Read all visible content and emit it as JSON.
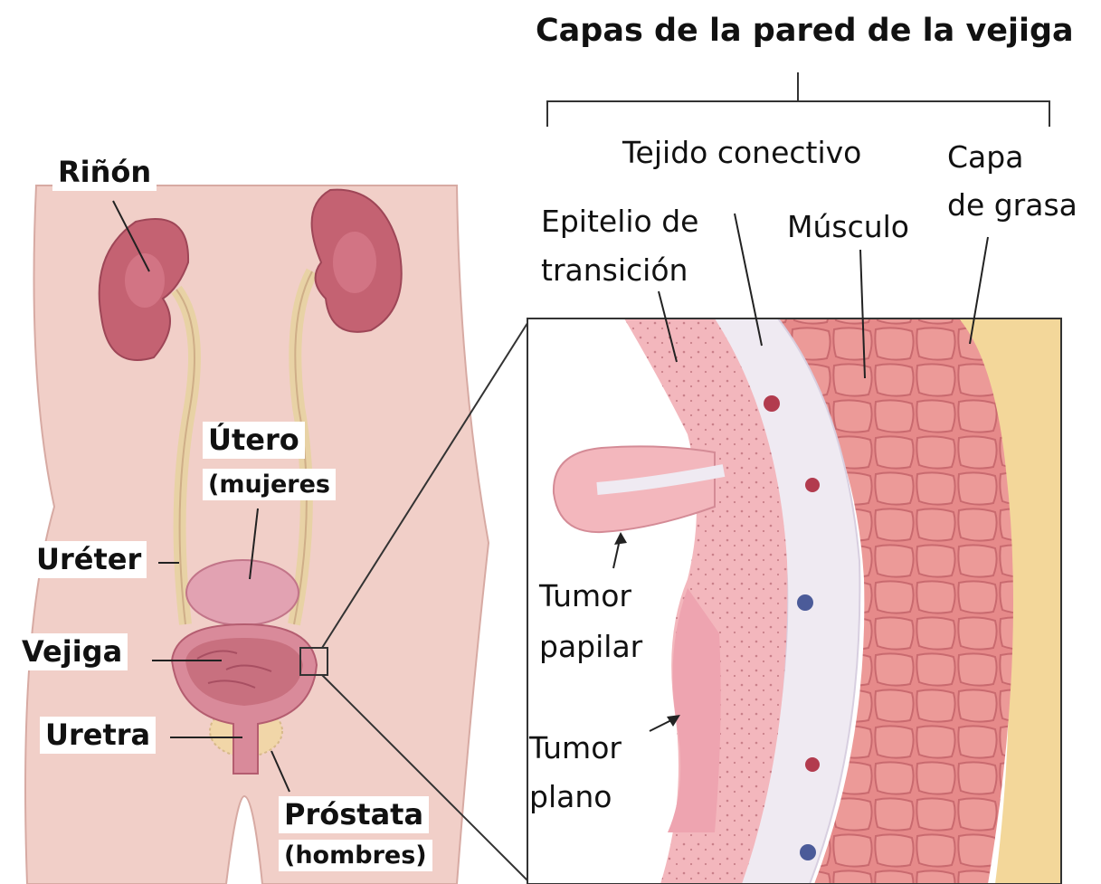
{
  "title": "Capas de la pared de la vejiga",
  "body_labels": {
    "kidney": "Riñón",
    "uterus": "Útero",
    "uterus_note": "(mujeres",
    "ureter": "Uréter",
    "bladder": "Vejiga",
    "urethra": "Uretra",
    "prostate": "Próstata",
    "prostate_note": "(hombres)"
  },
  "layer_labels": {
    "connective": "Tejido conectivo",
    "fat_line1": "Capa",
    "fat_line2": "de grasa",
    "epithelium_line1": "Epitelio de",
    "epithelium_line2": "transición",
    "muscle": "Músculo",
    "papillary_line1": "Tumor",
    "papillary_line2": "papilar",
    "flat_line1": "Tumor",
    "flat_line2": "plano"
  },
  "colors": {
    "skin": "#f1cfc8",
    "kidney": "#c46272",
    "bladder": "#d98a9a",
    "epithelium": "#f3b7bd",
    "connective": "#efeaf2",
    "muscle": "#e58a8a",
    "fat": "#f3d79a"
  }
}
